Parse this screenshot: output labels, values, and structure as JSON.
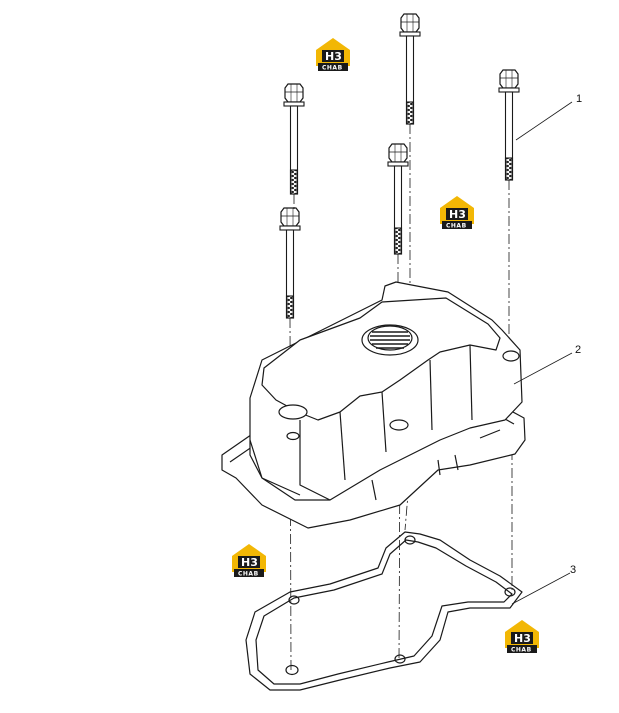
{
  "callouts": [
    {
      "id": "1",
      "label": "1"
    },
    {
      "id": "2",
      "label": "2"
    },
    {
      "id": "3",
      "label": "3"
    }
  ],
  "watermark": {
    "letters": "H3",
    "brand": "CHAB",
    "colors": {
      "gold": "#f2b705",
      "dark": "#1a1a1a"
    }
  },
  "colors": {
    "line": "#1a1a1a",
    "background": "#ffffff"
  }
}
